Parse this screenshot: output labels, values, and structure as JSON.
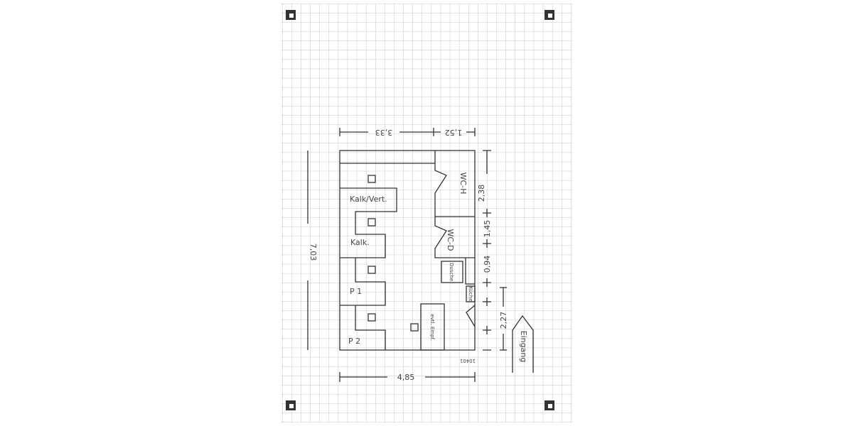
{
  "plan": {
    "dimensions": {
      "top_left": "3,33",
      "top_right": "1,52",
      "left": "7,03",
      "bottom": "4,85",
      "right_1": "2,38",
      "right_2": "1,45",
      "right_3": "0,94",
      "right_4": "2,27",
      "door_note": "10401"
    },
    "rooms": {
      "kalk_vert": "Kalk/Vert.",
      "kalk": "Kalk.",
      "p1": "P 1",
      "p2": "P 2",
      "wc_h": "WC-H",
      "wc_d": "WC-D",
      "dusche": "Dusche",
      "kueche": "Küche",
      "empfang": "evtl. Empf."
    },
    "entrance": "Eingang"
  }
}
